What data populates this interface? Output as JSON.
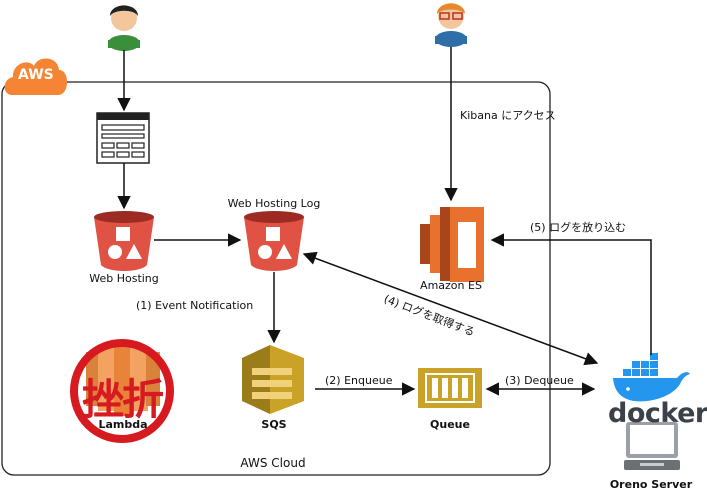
{
  "diagram": {
    "aws_badge": "AWS",
    "cloud_label": "AWS Cloud",
    "nodes": {
      "web_hosting": "Web Hosting",
      "web_hosting_log": "Web Hosting Log",
      "lambda": "Lambda",
      "sqs": "SQS",
      "queue": "Queue",
      "amazon_es": "Amazon ES",
      "oreno_server": "Oreno Server",
      "docker": "docker"
    },
    "edges": {
      "kibana": "Kibana にアクセス",
      "event_notification": "(1) Event Notification",
      "enqueue": "(2) Enqueue",
      "dequeue": "(3) Dequeue",
      "fetch_logs": "(4) ログを取得する",
      "load_logs": "(5) ログを放り込む"
    },
    "stamp_text": "挫折"
  },
  "colors": {
    "s3_red": "#e05243",
    "sqs_gold": "#c9a227",
    "es_orange": "#e8712e",
    "docker_blue": "#2496ed",
    "stamp_red": "#d71920",
    "aws_orange": "#f58534"
  }
}
